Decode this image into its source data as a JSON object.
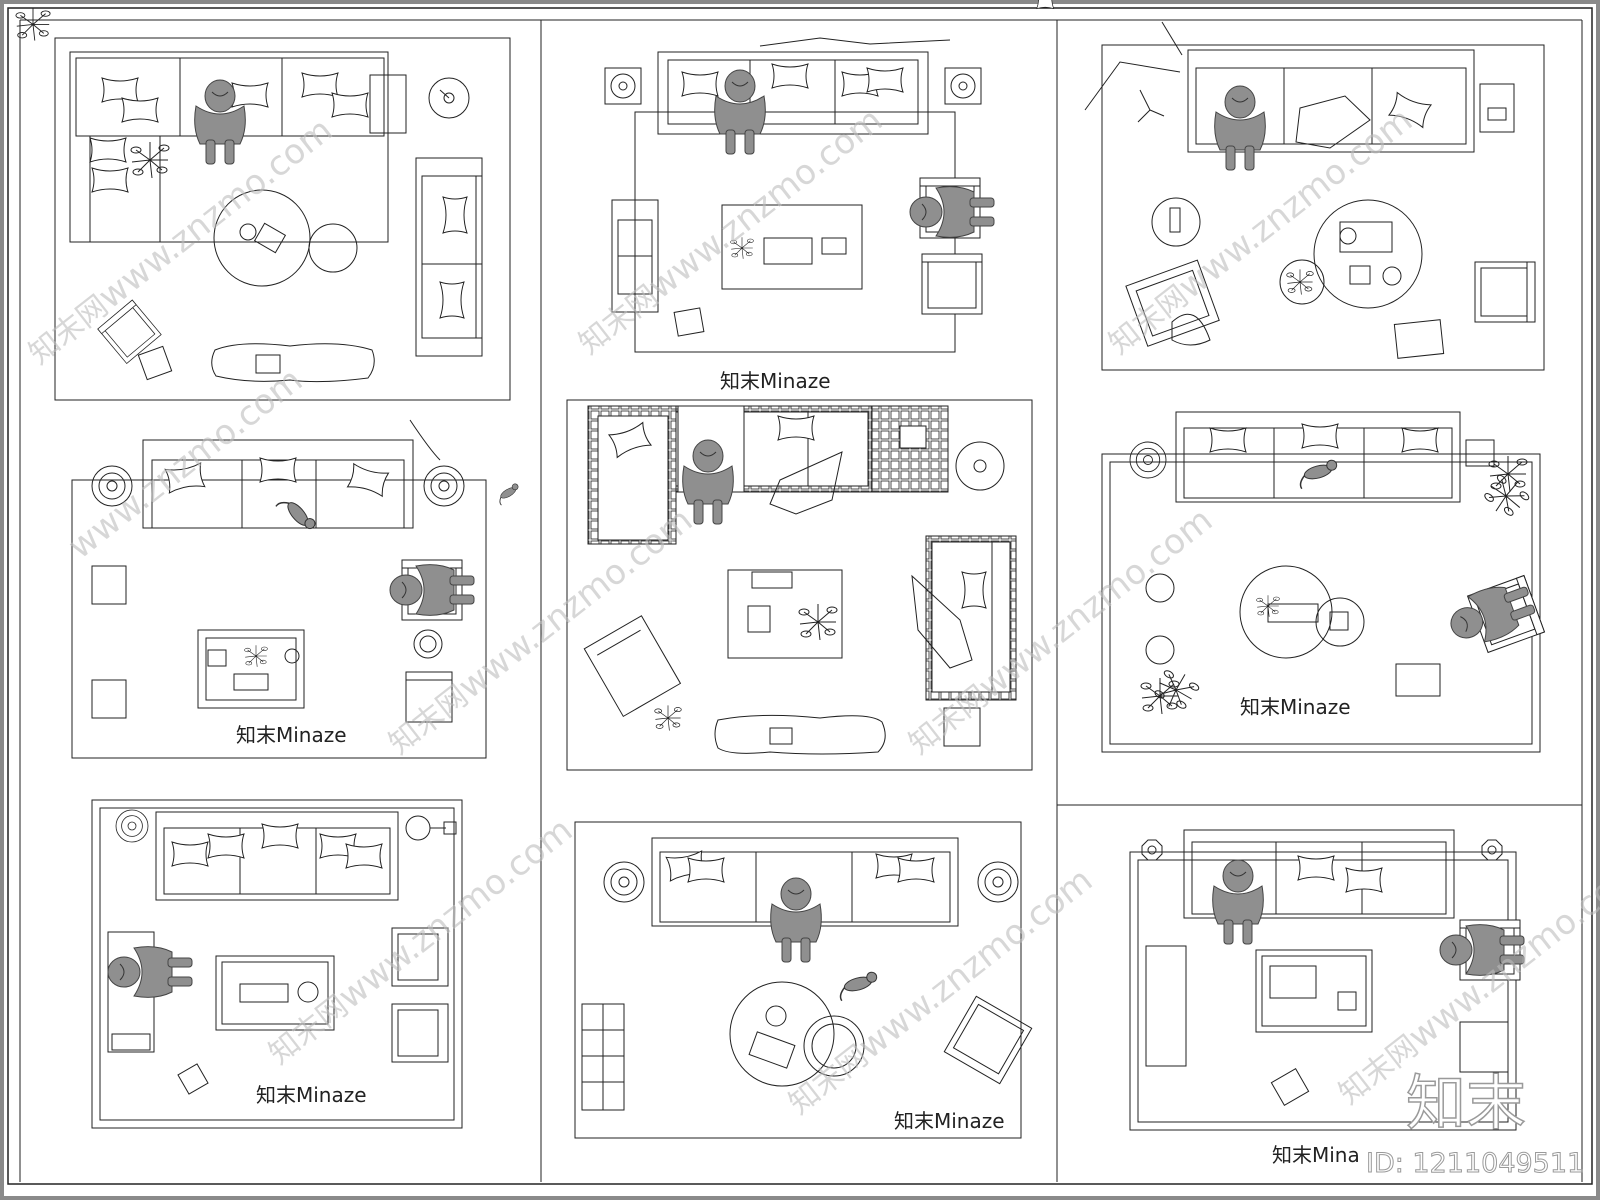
{
  "sheet": {
    "background": "#ffffff",
    "frame_color": "#8a8a8a",
    "line_color": "#202020",
    "figure_color": "#8f8f8f"
  },
  "labels": {
    "panel_2": "知末Minaze",
    "panel_4": "知末Minaze",
    "panel_6": "知末Minaze",
    "panel_7": "知末Minaze",
    "panel_8": "知末Minaze",
    "panel_9": "知末Mina"
  },
  "watermarks": {
    "site": "www.znzmo.com",
    "brand": "知末网",
    "logo": "知末",
    "id": "ID: 1211049511"
  }
}
